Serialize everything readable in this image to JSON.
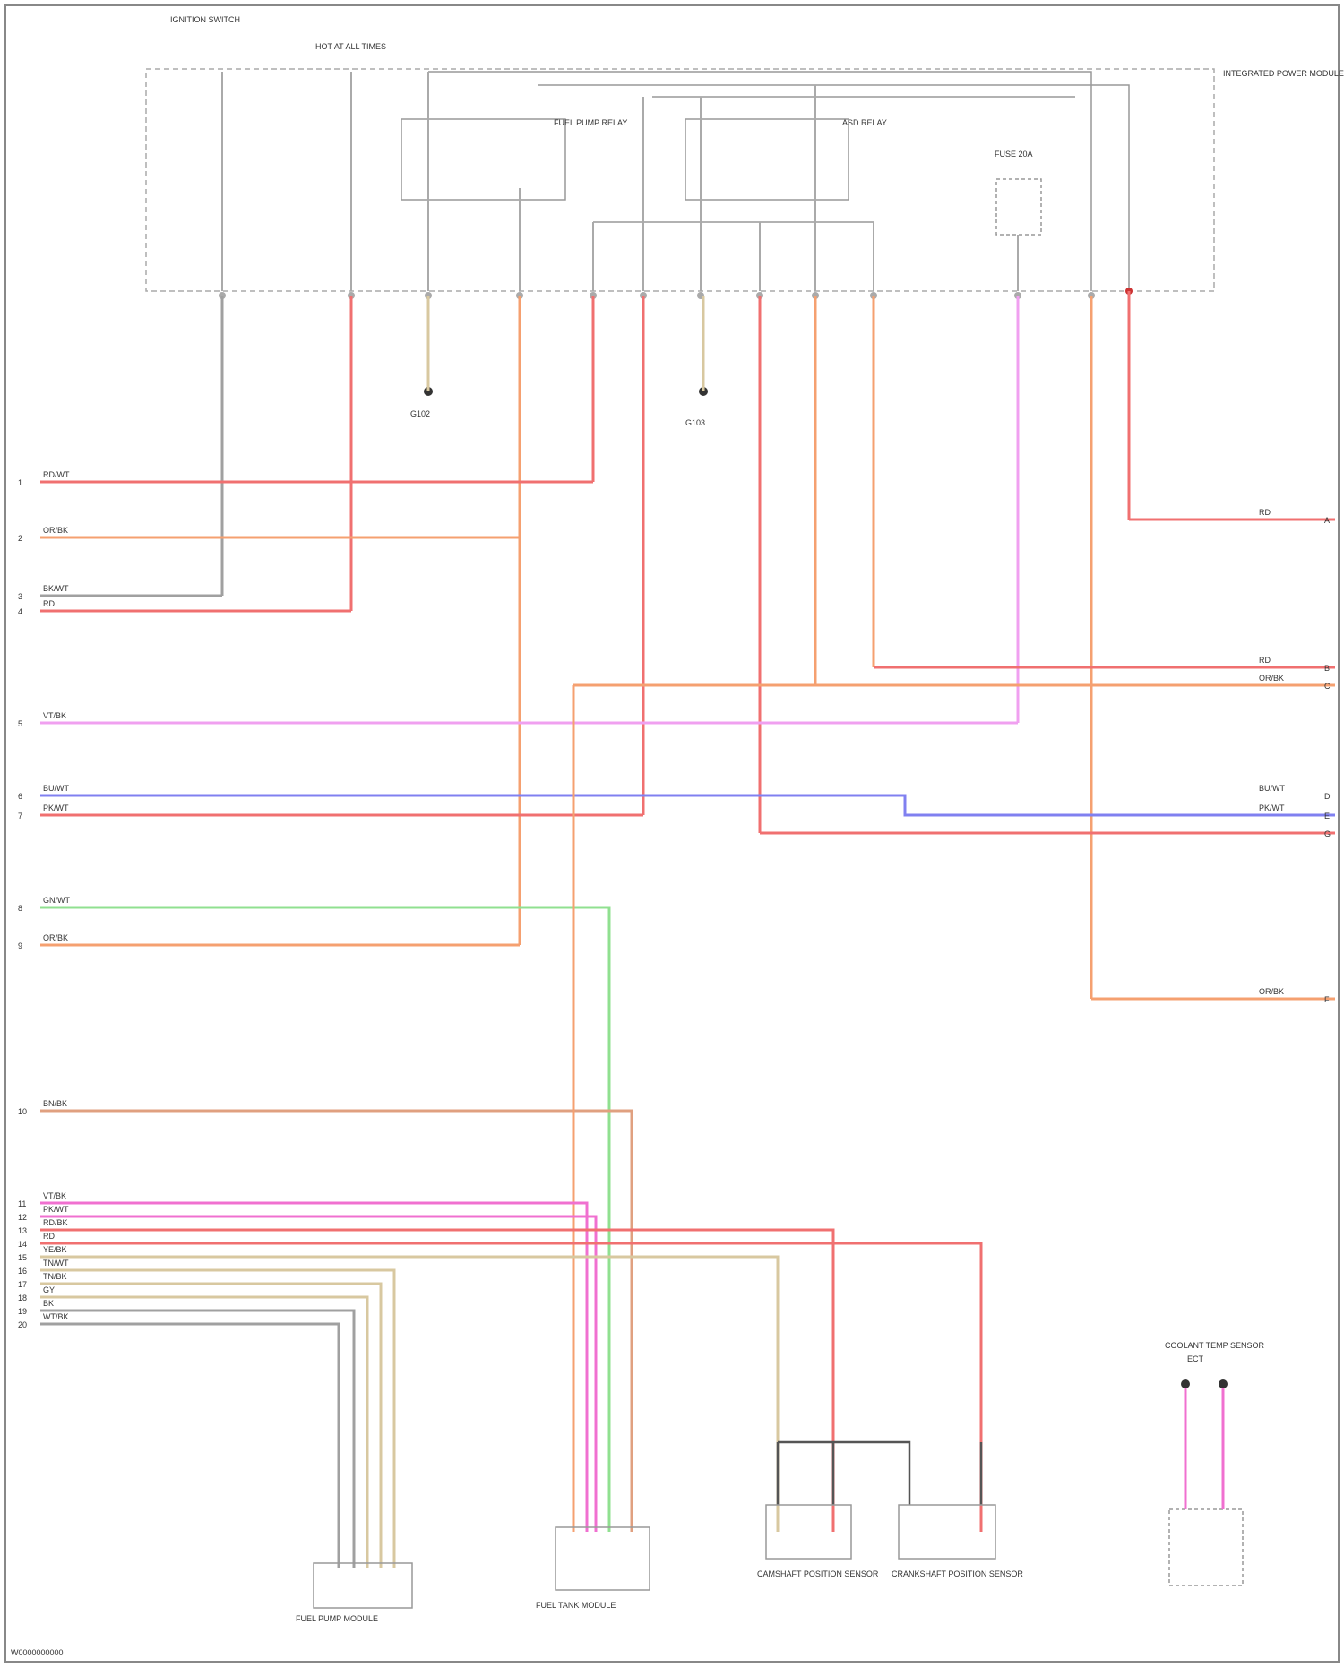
{
  "component_labels": {
    "fuse_block_title": "INTEGRATED POWER MODULE",
    "relay_left": "FUEL PUMP RELAY",
    "relay_right": "ASD RELAY",
    "fuse_right": "FUSE 20A",
    "left_top_a": "IGNITION SWITCH",
    "left_top_b": "HOT AT ALL TIMES",
    "ground_left": "G102",
    "ground_mid": "G103",
    "fuel_pump_module": "FUEL PUMP MODULE",
    "fuel_tank_module": "FUEL TANK MODULE",
    "sensor_a": "CAMSHAFT POSITION SENSOR",
    "sensor_b": "CRANKSHAFT POSITION SENSOR",
    "right_component": "COOLANT TEMP SENSOR",
    "right_component_sub": "ECT",
    "footer_code": "W0000000000"
  },
  "pins_left": [
    "1",
    "2",
    "3",
    "4",
    "5",
    "6",
    "7",
    "8",
    "9",
    "10",
    "11",
    "12",
    "13",
    "14",
    "15",
    "16",
    "17",
    "18",
    "19",
    "20"
  ],
  "pins_right": [
    "A",
    "B",
    "C",
    "D",
    "E",
    "F",
    "G"
  ],
  "wire_labels_left": [
    "RD/WT",
    "OR/BK",
    "BK/WT",
    "RD",
    "VT/BK",
    "BU/WT",
    "PK/WT",
    "GN/WT",
    "OR/BK",
    "BN/BK",
    "VT/BK",
    "PK/WT",
    "RD/BK",
    "RD",
    "YE/BK",
    "TN/WT",
    "TN/BK",
    "GY",
    "BK",
    "WT/BK"
  ],
  "wire_labels_right": [
    "RD",
    "RD",
    "OR/BK",
    "BU/WT",
    "PK/WT",
    "OR/BK"
  ],
  "colors": {
    "red": "#f07070",
    "orange": "#f5a070",
    "pink": "#f070d0",
    "violet": "#f0a0f0",
    "blue": "#8080f0",
    "green": "#90e090",
    "tan": "#d8c8a0",
    "gray": "#a0a0a0",
    "dark": "#555555"
  }
}
